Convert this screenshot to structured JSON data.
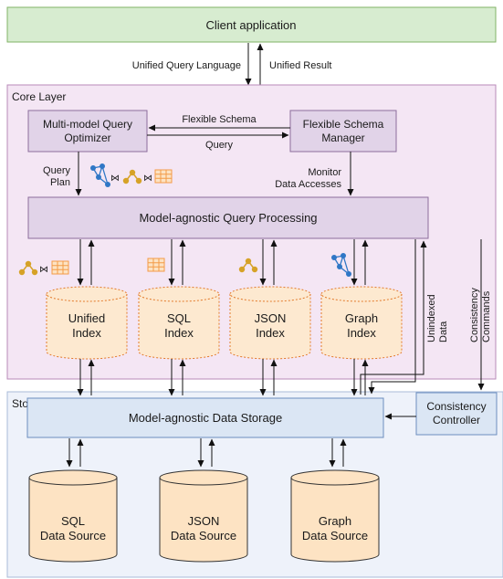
{
  "client": {
    "label": "Client application"
  },
  "client_arrows": {
    "left_label": "Unified Query Language",
    "right_label": "Unified Result"
  },
  "core_layer": {
    "title": "Core Layer",
    "optimizer": {
      "line1": "Multi-model Query",
      "line2": "Optimizer"
    },
    "schema_manager": {
      "line1": "Flexible Schema",
      "line2": "Manager"
    },
    "arrow_top_label": "Flexible Schema",
    "arrow_bottom_label": "Query",
    "query_plan": {
      "line1": "Query",
      "line2": "Plan"
    },
    "monitor": {
      "line1": "Monitor",
      "line2": "Data Accesses"
    },
    "processing": {
      "label": "Model-agnostic Query Processing"
    },
    "indexes": [
      {
        "line1": "Unified",
        "line2": "Index"
      },
      {
        "line1": "SQL",
        "line2": "Index"
      },
      {
        "line1": "JSON",
        "line2": "Index"
      },
      {
        "line1": "Graph",
        "line2": "Index"
      }
    ],
    "unindexed": {
      "line1": "Unindexed",
      "line2": "Data"
    },
    "consistency_commands": {
      "line1": "Consistency",
      "line2": "Commands"
    }
  },
  "storage_layer": {
    "title": "Storage Layer",
    "data_storage": {
      "label": "Model-agnostic Data Storage"
    },
    "controller": {
      "line1": "Consistency",
      "line2": "Controller"
    },
    "sources": [
      {
        "line1": "SQL",
        "line2": "Data Source"
      },
      {
        "line1": "JSON",
        "line2": "Data Source"
      },
      {
        "line1": "Graph",
        "line2": "Data Source"
      }
    ]
  },
  "icons": {
    "graph_icon": "graph-network-icon",
    "tree_icon": "tree-structure-icon",
    "table_icon": "table-grid-icon",
    "join_symbol": "⋈"
  },
  "colors": {
    "client_fill": "#d7ecd0",
    "client_stroke": "#82b366",
    "core_fill": "#f4e6f4",
    "core_stroke": "#b98ab9",
    "box_fill": "#e1d3e8",
    "box_stroke": "#8d6e9c",
    "index_fill": "#fde9d0",
    "index_stroke": "#e27a2a",
    "storage_fill": "#eef2fa",
    "storage_stroke": "#a9bbd8",
    "storage_box_fill": "#dbe6f4",
    "storage_box_stroke": "#6c8ebf",
    "source_fill": "#fde3c3",
    "source_stroke": "#333333",
    "graph_blue": "#2f77c6",
    "tree_gold": "#d6a227",
    "table_orange": "#f39b47"
  }
}
